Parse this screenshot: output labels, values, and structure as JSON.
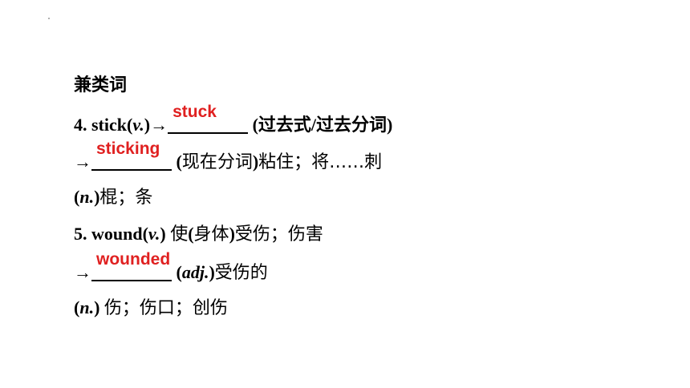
{
  "section_title": "兼类词",
  "item4": {
    "number": "4.",
    "word": "stick",
    "pos_open": "(",
    "pos": "v.",
    "pos_close": ")",
    "arrow": "→",
    "answer_past": "stuck",
    "note_past": "(过去式/过去分词)",
    "arrow2": "→",
    "answer_ing": "sticking",
    "note_ing_open": "(",
    "note_ing": "现在分词",
    "note_ing_close": ")",
    "meaning_verb": "粘住；将……刺",
    "noun_open": "(",
    "noun_pos": "n.",
    "noun_close": ")",
    "noun_meaning": "棍；条"
  },
  "item5": {
    "number": "5.",
    "word": "wound",
    "pos_open": "(",
    "pos": "v.",
    "pos_close": ")",
    "meaning_verb_a": "使",
    "meaning_verb_b": "(",
    "meaning_verb_c": "身体",
    "meaning_verb_d": ")",
    "meaning_verb_e": "受伤；伤害",
    "arrow": "→",
    "answer_adj": "wounded",
    "adj_open": "(",
    "adj_pos": "adj.",
    "adj_close": ")",
    "adj_meaning": "受伤的",
    "noun_open": "(",
    "noun_pos": "n.",
    "noun_close": ")",
    "noun_meaning": "伤；伤口；创伤"
  },
  "colors": {
    "answer": "#e02020",
    "text": "#000000"
  }
}
